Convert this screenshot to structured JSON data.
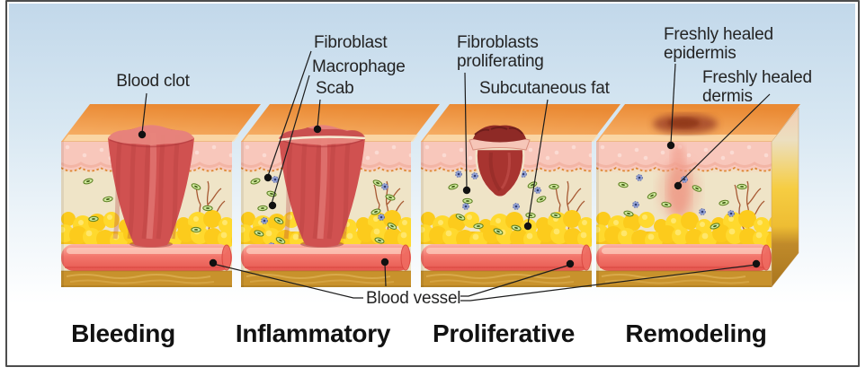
{
  "diagram": {
    "subject": "wound-healing-stages",
    "stages": [
      {
        "name": "Bleeding",
        "wound": "blood_clot"
      },
      {
        "name": "Inflammatory",
        "wound": "clot_with_scab"
      },
      {
        "name": "Proliferative",
        "wound": "contracting_wound"
      },
      {
        "name": "Remodeling",
        "wound": "healed_scar"
      }
    ],
    "labels": {
      "blood_clot": "Blood clot",
      "fibroblast": "Fibroblast",
      "macrophage": "Macrophage",
      "scab": "Scab",
      "fibroblasts_proliferating": "Fibroblasts\nproliferating",
      "subcutaneous_fat": "Subcutaneous fat",
      "freshly_healed_epidermis": "Freshly healed\nepidermis",
      "freshly_healed_dermis": "Freshly healed\ndermis",
      "blood_vessel": "Blood vessel"
    },
    "colors": {
      "sky_top": "#c2d8ea",
      "skin_top_front": "#f8b56e",
      "skin_top_back": "#ea8a34",
      "epidermis": "#f8c7bb",
      "epidermis_dots": "#fbdcd4",
      "dermis": "#efe4c7",
      "fat": "#ffd92e",
      "fat_deep": "#f7c41e",
      "vessel_light": "#fcb4a6",
      "vessel_mid": "#f3776d",
      "vessel_dark": "#e75a52",
      "base_brown": "#c8922c",
      "clot": "#d05150",
      "clot_dark": "#b03a3c",
      "scab_crust": "#c24345",
      "plug_dark": "#a83430",
      "scar": "#a2462a",
      "fibroblast_cell": "#cde79c",
      "macrophage_cell": "#94a3d6",
      "leader_line": "#1c1c1c",
      "label_text": "#242424",
      "stage_text": "#121212"
    }
  }
}
